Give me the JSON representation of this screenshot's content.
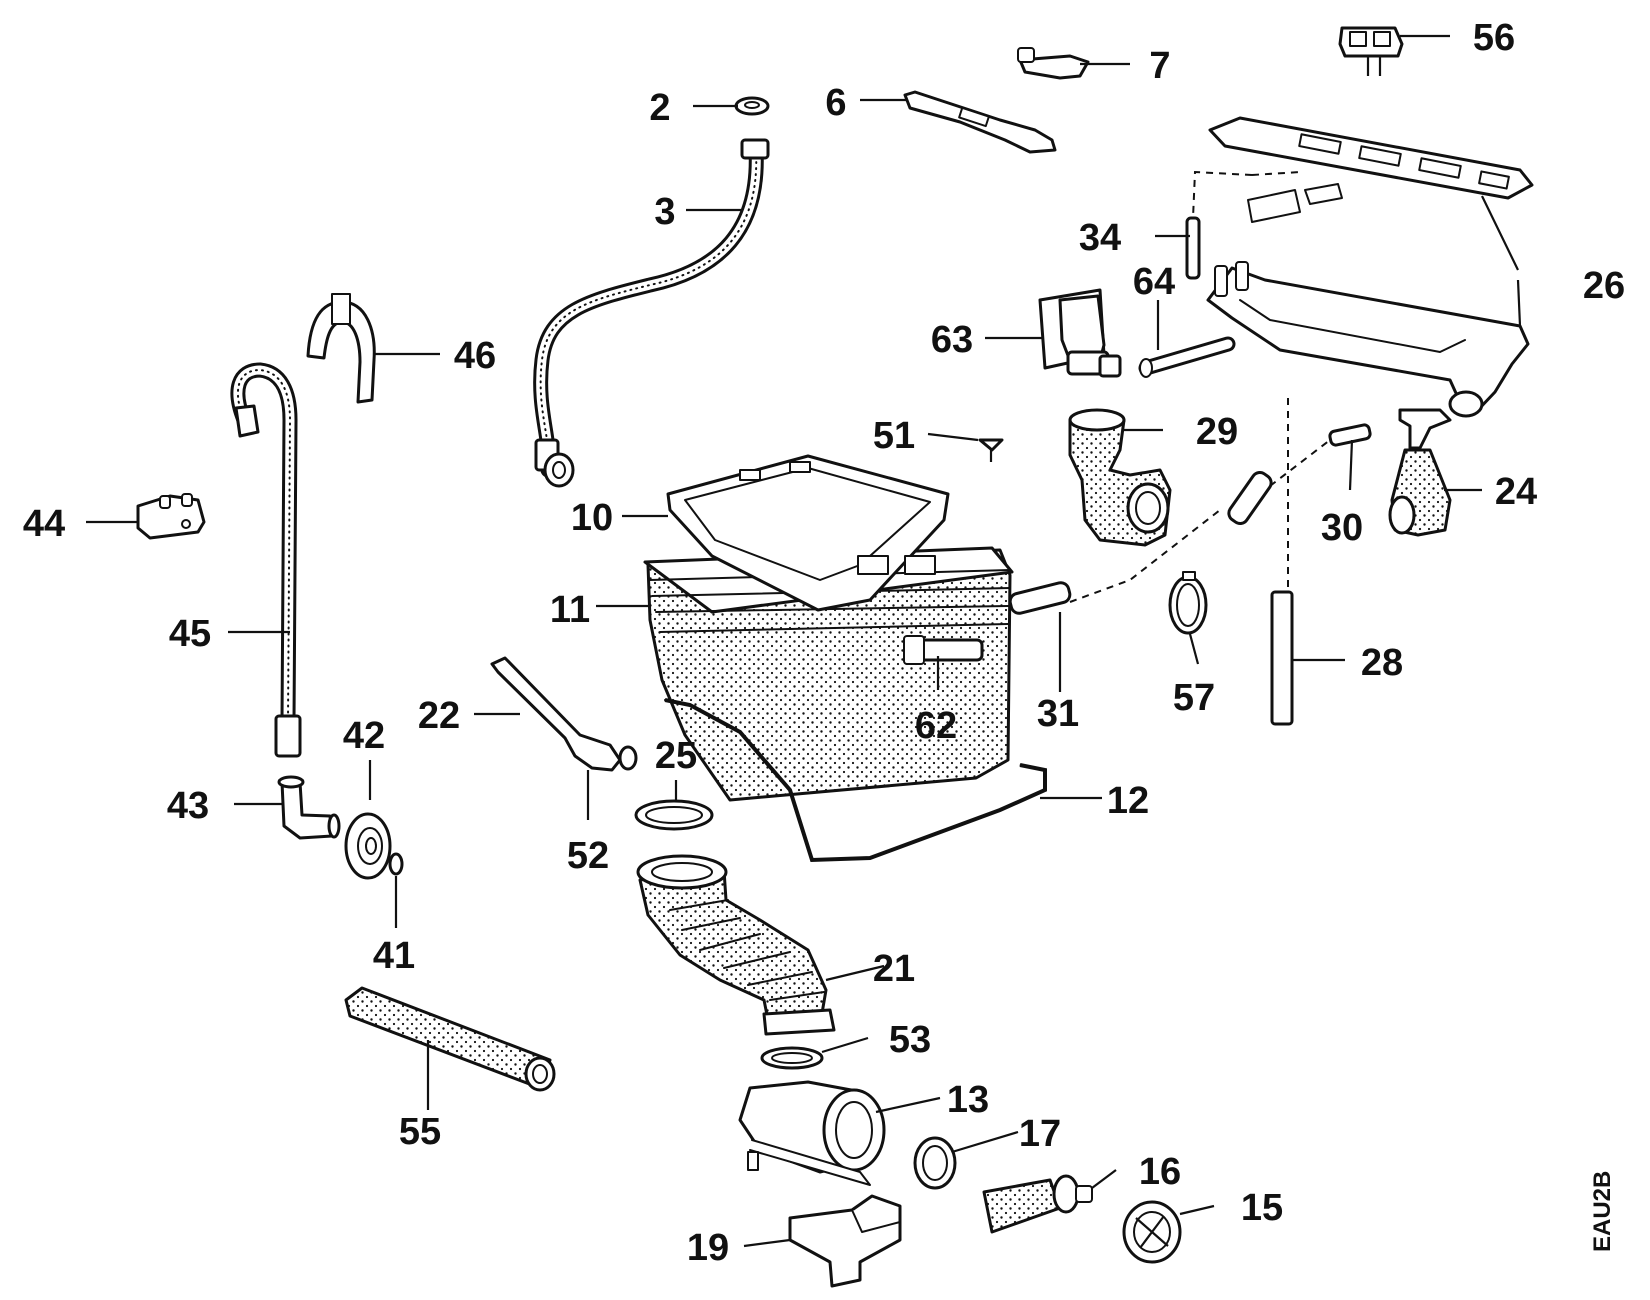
{
  "drawing_code": "EAU2B",
  "parts": [
    {
      "id": "2",
      "label": "2"
    },
    {
      "id": "3",
      "label": "3"
    },
    {
      "id": "6",
      "label": "6"
    },
    {
      "id": "7",
      "label": "7"
    },
    {
      "id": "10",
      "label": "10"
    },
    {
      "id": "11",
      "label": "11"
    },
    {
      "id": "12",
      "label": "12"
    },
    {
      "id": "13",
      "label": "13"
    },
    {
      "id": "15",
      "label": "15"
    },
    {
      "id": "16",
      "label": "16"
    },
    {
      "id": "17",
      "label": "17"
    },
    {
      "id": "19",
      "label": "19"
    },
    {
      "id": "21",
      "label": "21"
    },
    {
      "id": "22",
      "label": "22"
    },
    {
      "id": "24",
      "label": "24"
    },
    {
      "id": "25",
      "label": "25"
    },
    {
      "id": "26",
      "label": "26"
    },
    {
      "id": "28",
      "label": "28"
    },
    {
      "id": "29",
      "label": "29"
    },
    {
      "id": "30",
      "label": "30"
    },
    {
      "id": "31",
      "label": "31"
    },
    {
      "id": "34",
      "label": "34"
    },
    {
      "id": "41",
      "label": "41"
    },
    {
      "id": "42",
      "label": "42"
    },
    {
      "id": "43",
      "label": "43"
    },
    {
      "id": "44",
      "label": "44"
    },
    {
      "id": "45",
      "label": "45"
    },
    {
      "id": "46",
      "label": "46"
    },
    {
      "id": "51",
      "label": "51"
    },
    {
      "id": "52",
      "label": "52"
    },
    {
      "id": "53",
      "label": "53"
    },
    {
      "id": "55",
      "label": "55"
    },
    {
      "id": "56",
      "label": "56"
    },
    {
      "id": "57",
      "label": "57"
    },
    {
      "id": "62",
      "label": "62"
    },
    {
      "id": "63",
      "label": "63"
    },
    {
      "id": "64",
      "label": "64"
    }
  ]
}
